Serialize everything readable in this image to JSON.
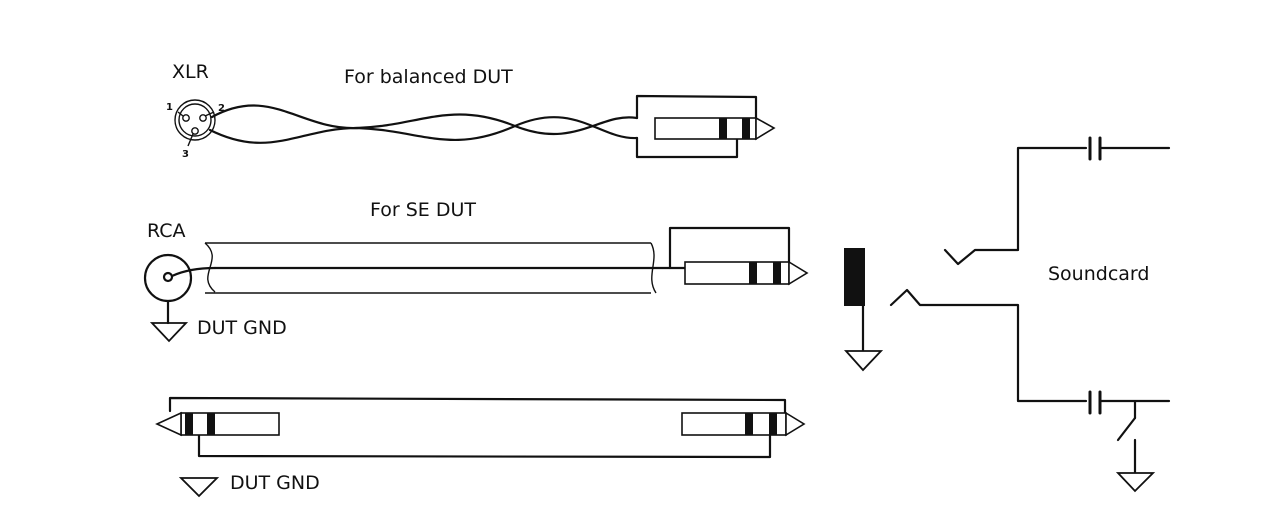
{
  "labels": {
    "xlr": "XLR",
    "balanced": "For balanced DUT",
    "se": "For SE DUT",
    "rca": "RCA",
    "dut_gnd_1": "DUT GND",
    "dut_gnd_2": "DUT GND",
    "soundcard": "Soundcard"
  },
  "xlr_pins": {
    "p1": "1",
    "p2": "2",
    "p3": "3"
  }
}
